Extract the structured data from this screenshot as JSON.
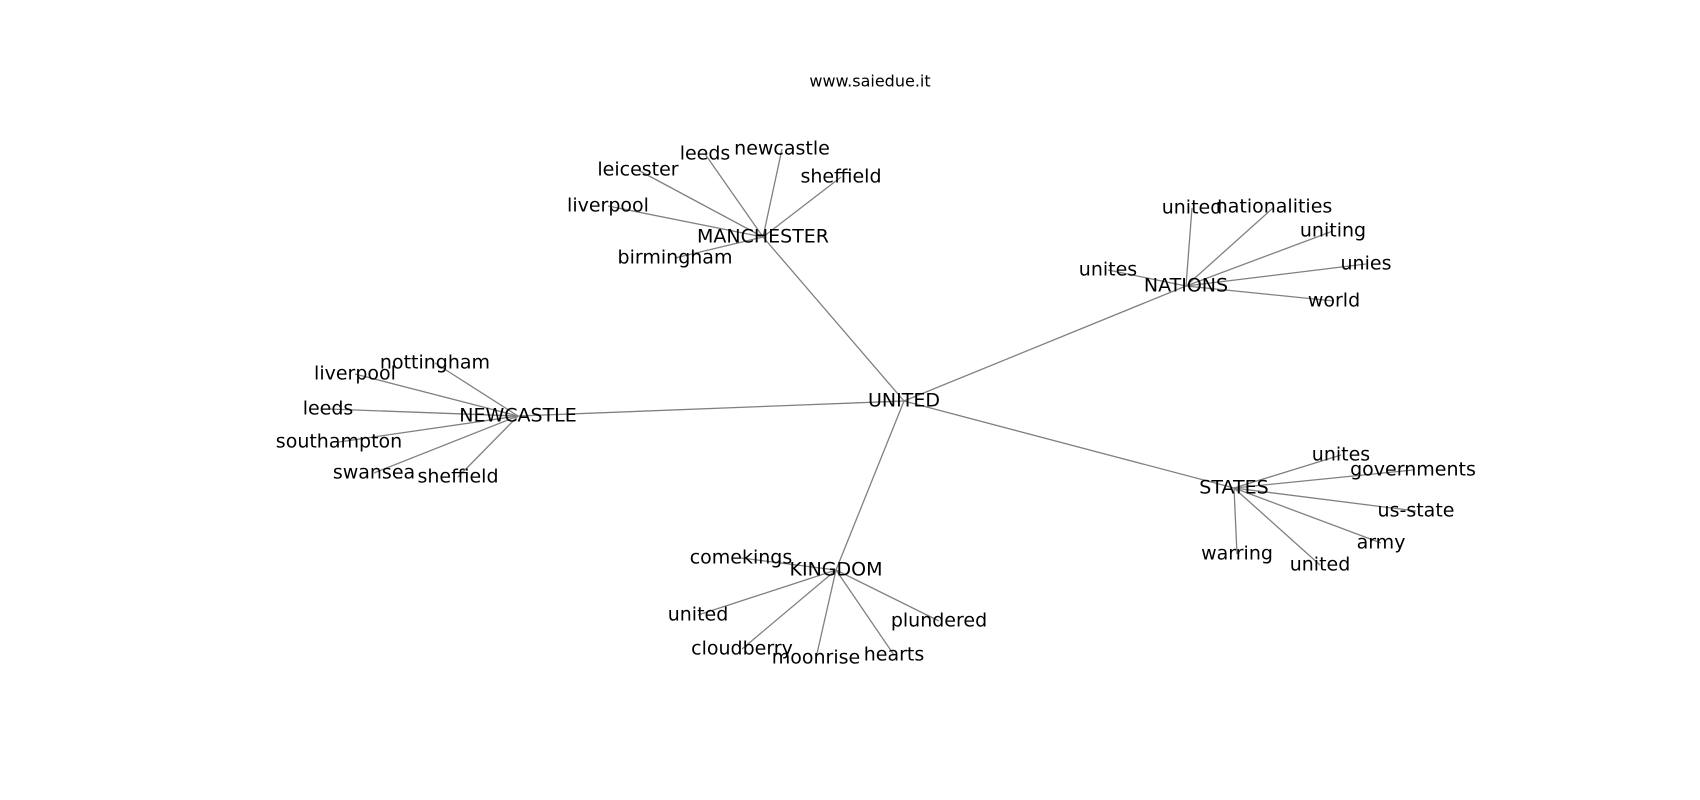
{
  "caption": "www.saiedue.it",
  "colors": {
    "edge": "#808080",
    "text": "#000000",
    "background": "#ffffff"
  },
  "graph": {
    "center": "UNITED",
    "hubs": [
      {
        "id": "hub-manchester",
        "label": "MANCHESTER",
        "leaves": [
          "leeds",
          "newcastle",
          "leicester",
          "sheffield",
          "liverpool",
          "birmingham"
        ]
      },
      {
        "id": "hub-nations",
        "label": "NATIONS",
        "leaves": [
          "united",
          "nationalities",
          "uniting",
          "unites",
          "unies",
          "world"
        ]
      },
      {
        "id": "hub-newcastle",
        "label": "NEWCASTLE",
        "leaves": [
          "nottingham",
          "liverpool",
          "leeds",
          "southampton",
          "swansea",
          "sheffield"
        ]
      },
      {
        "id": "hub-states",
        "label": "STATES",
        "leaves": [
          "unites",
          "governments",
          "us-state",
          "army",
          "warring",
          "united"
        ]
      },
      {
        "id": "hub-kingdom",
        "label": "KINGDOM",
        "leaves": [
          "comekings",
          "united",
          "plundered",
          "cloudberry",
          "moonrise",
          "hearts"
        ]
      }
    ]
  }
}
